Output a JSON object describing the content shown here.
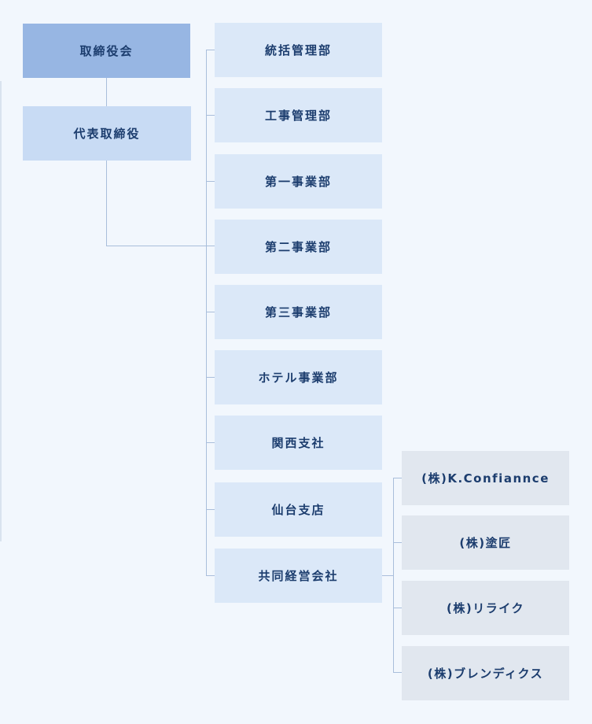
{
  "board": "取締役会",
  "representative": "代表取締役",
  "departments": [
    "統括管理部",
    "工事管理部",
    "第一事業部",
    "第二事業部",
    "第三事業部",
    "ホテル事業部",
    "関西支社",
    "仙台支店",
    "共同経営会社"
  ],
  "affiliates": [
    "(株)K.Confiannce",
    "(株)塗匠",
    "(株)リライク",
    "(株)ブレンディクス"
  ],
  "colors": {
    "background": "#f2f7fd",
    "board_box": "#97b6e3",
    "representative_box": "#c8dbf4",
    "department_box": "#dbe8f8",
    "affiliate_box": "#e1e7ef",
    "text": "#1c3d6e",
    "line": "#a9bedb"
  }
}
